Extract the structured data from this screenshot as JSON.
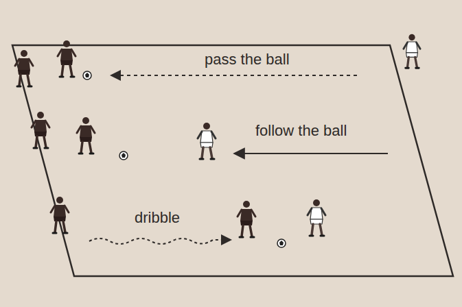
{
  "diagram": {
    "labels": [
      "pass the ball",
      "follow the ball",
      "dribble"
    ]
  }
}
